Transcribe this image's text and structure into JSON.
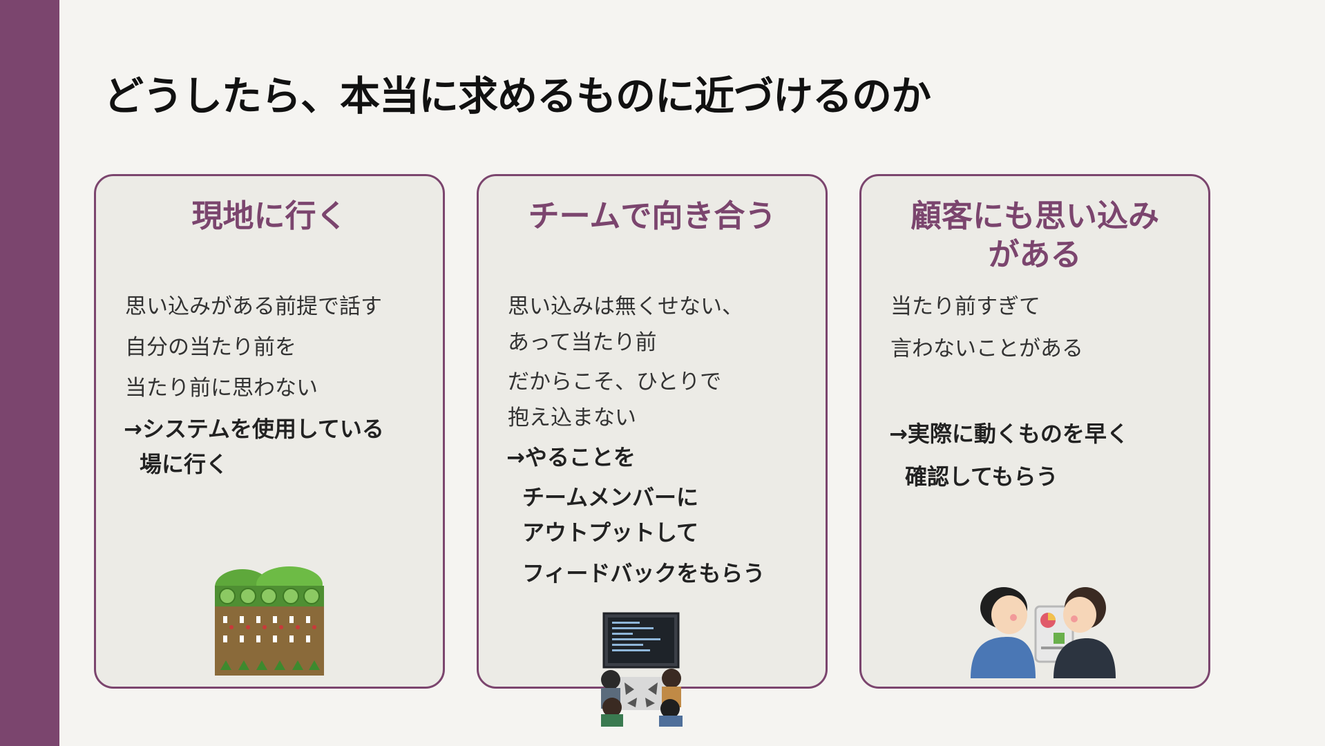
{
  "slide": {
    "title": "どうしたら、本当に求めるものに近づけるのか",
    "accent_color": "#7b456e"
  },
  "cards": [
    {
      "title": "現地に行く",
      "lines": [
        "思い込みがある前提で話す",
        "自分の当たり前を",
        "当たり前に思わない",
        "→システムを使用している",
        "場に行く"
      ],
      "icon": "field-illustration"
    },
    {
      "title": "チームで向き合う",
      "lines": [
        "思い込みは無くせない、",
        "あって当たり前",
        "だからこそ、ひとりで",
        "抱え込まない",
        "→やることを",
        "チームメンバーに",
        "アウトプットして",
        "フィードバックをもらう"
      ],
      "icon": "team-meeting-illustration"
    },
    {
      "title_line1": "顧客にも思い込み",
      "title_line2": "がある",
      "lines": [
        "当たり前すぎて",
        "言わないことがある",
        "→実際に動くものを早く",
        "確認してもらう"
      ],
      "icon": "customer-review-illustration"
    }
  ]
}
